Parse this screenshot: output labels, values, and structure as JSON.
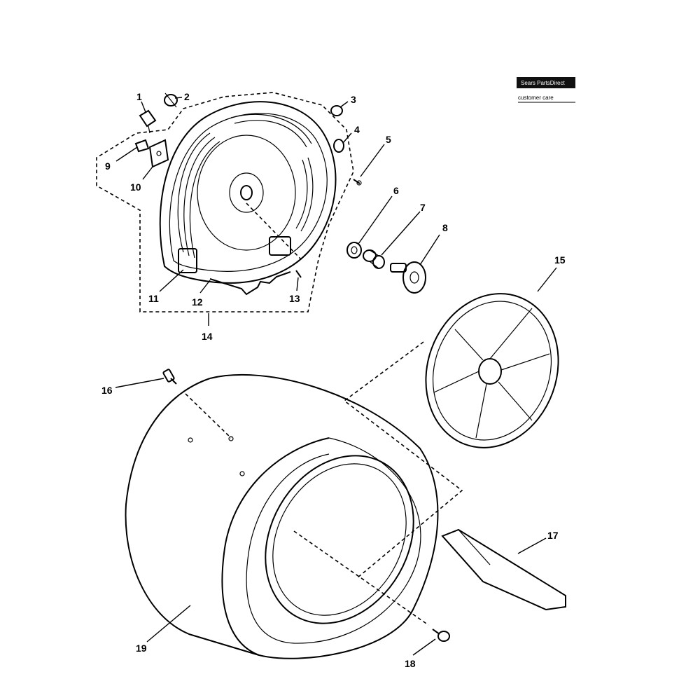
{
  "diagram": {
    "parts": [
      {
        "id": "1",
        "label": "1"
      },
      {
        "id": "2",
        "label": "2"
      },
      {
        "id": "3",
        "label": "3"
      },
      {
        "id": "4",
        "label": "4"
      },
      {
        "id": "5",
        "label": "5"
      },
      {
        "id": "6",
        "label": "6"
      },
      {
        "id": "7",
        "label": "7"
      },
      {
        "id": "8",
        "label": "8"
      },
      {
        "id": "9",
        "label": "9"
      },
      {
        "id": "10",
        "label": "10"
      },
      {
        "id": "11",
        "label": "11"
      },
      {
        "id": "12",
        "label": "12"
      },
      {
        "id": "13",
        "label": "13"
      },
      {
        "id": "14",
        "label": "14"
      },
      {
        "id": "15",
        "label": "15"
      },
      {
        "id": "16",
        "label": "16"
      },
      {
        "id": "17",
        "label": "17"
      },
      {
        "id": "18",
        "label": "18"
      },
      {
        "id": "19",
        "label": "19"
      }
    ]
  },
  "brand": {
    "badge_top": "Sears PartsDirect",
    "badge_bottom": "customer care"
  }
}
